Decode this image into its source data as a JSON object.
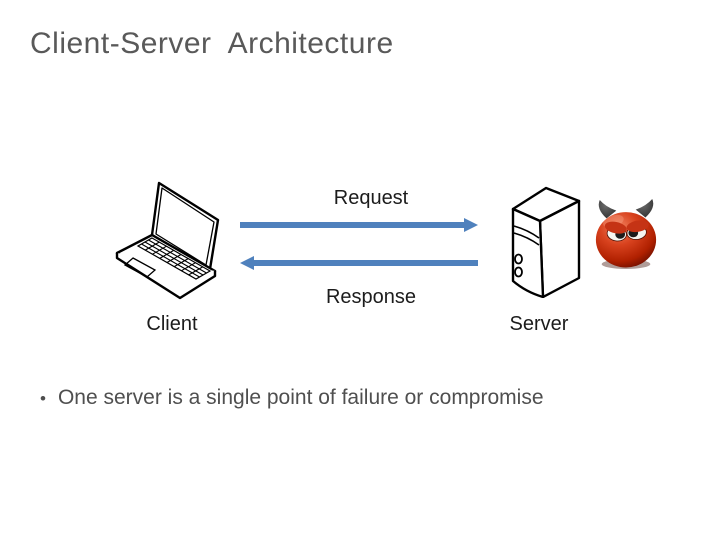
{
  "slide": {
    "title": "Client-Server  Architecture",
    "labels": {
      "request": "Request",
      "response": "Response",
      "client": "Client",
      "server": "Server"
    },
    "bullet": {
      "marker": "•",
      "text": "One server is a single point of failure or compromise"
    },
    "icons": {
      "client": "laptop-icon",
      "server": "server-tower-icon",
      "threat": "devil-icon"
    },
    "colors": {
      "background": "#ffffff",
      "title_text": "#595959",
      "body_text": "#4f4f4f",
      "label_text": "#1c1c1c",
      "arrow": "#4f81bd",
      "line_art": "#000000",
      "devil_red": "#cc2e12"
    }
  }
}
